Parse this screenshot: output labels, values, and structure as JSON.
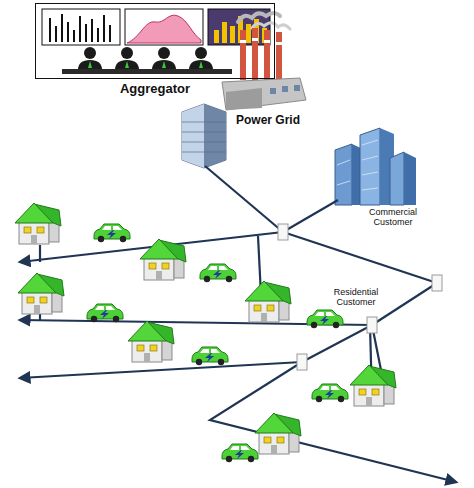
{
  "diagram": {
    "nodes": [
      {
        "text": [
          "Aggregator"
        ]
      }
    ],
    "labels": [
      "Power Grid",
      "Commercial Customer",
      "Residential Customer"
    ]
  }
}
